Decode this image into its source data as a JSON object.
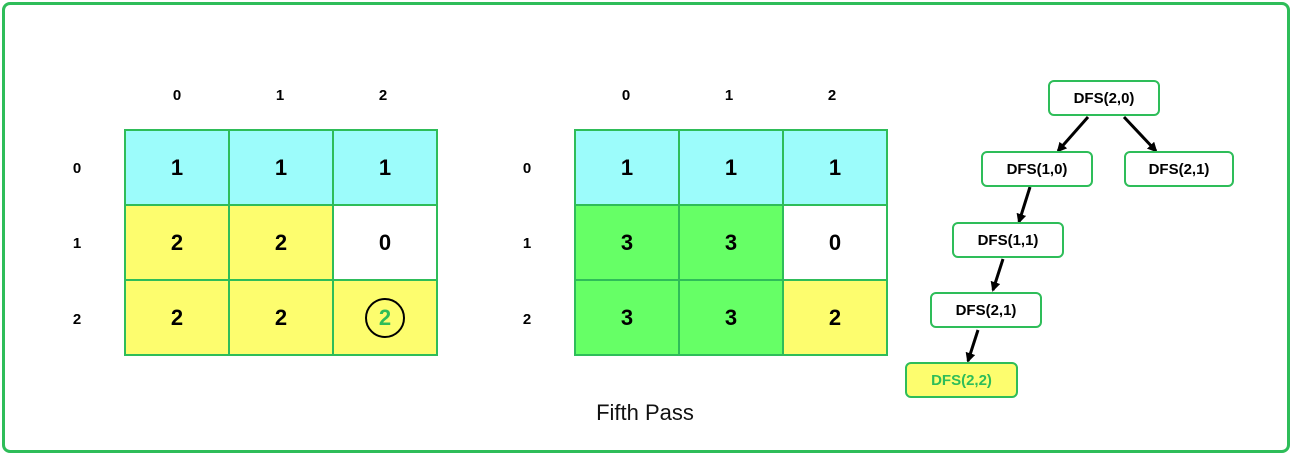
{
  "caption": "Fifth Pass",
  "left_grid": {
    "col_headers": [
      "0",
      "1",
      "2"
    ],
    "row_headers": [
      "0",
      "1",
      "2"
    ],
    "cells": [
      [
        {
          "v": "1",
          "c": "cyan"
        },
        {
          "v": "1",
          "c": "cyan"
        },
        {
          "v": "1",
          "c": "cyan"
        }
      ],
      [
        {
          "v": "2",
          "c": "yellow"
        },
        {
          "v": "2",
          "c": "yellow"
        },
        {
          "v": "0",
          "c": "white"
        }
      ],
      [
        {
          "v": "2",
          "c": "yellow"
        },
        {
          "v": "2",
          "c": "yellow"
        },
        {
          "v": "2",
          "c": "yellow",
          "circled": true
        }
      ]
    ]
  },
  "right_grid": {
    "col_headers": [
      "0",
      "1",
      "2"
    ],
    "row_headers": [
      "0",
      "1",
      "2"
    ],
    "cells": [
      [
        {
          "v": "1",
          "c": "cyan"
        },
        {
          "v": "1",
          "c": "cyan"
        },
        {
          "v": "1",
          "c": "cyan"
        }
      ],
      [
        {
          "v": "3",
          "c": "green"
        },
        {
          "v": "3",
          "c": "green"
        },
        {
          "v": "0",
          "c": "white"
        }
      ],
      [
        {
          "v": "3",
          "c": "green"
        },
        {
          "v": "3",
          "c": "green"
        },
        {
          "v": "2",
          "c": "yellow"
        }
      ]
    ]
  },
  "tree": {
    "nodes": [
      "DFS(2,0)",
      "DFS(1,0)",
      "DFS(2,1)",
      "DFS(1,1)",
      "DFS(2,1)",
      "DFS(2,2)"
    ],
    "active_node": "DFS(2,2)"
  },
  "colors": {
    "border": "#2ebd59",
    "cyan": "#9cfcfb",
    "yellow": "#fdfd6e",
    "green": "#66ff66",
    "white": "#ffffff"
  }
}
